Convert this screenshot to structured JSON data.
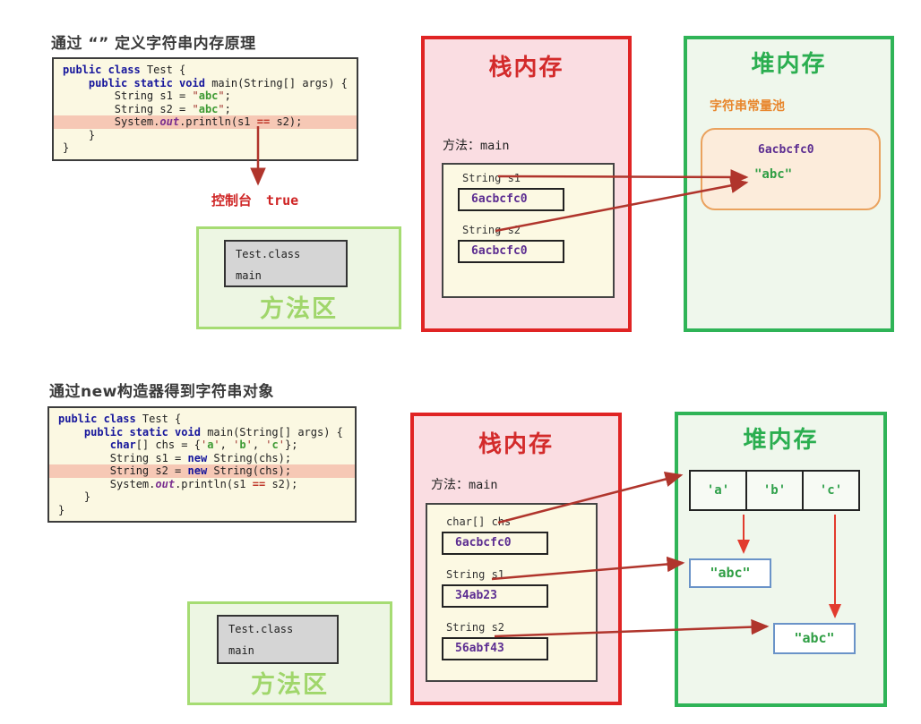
{
  "sections": {
    "top": {
      "title": "通过 “” 定义字符串内存原理",
      "code": {
        "highlight": 4,
        "lines": [
          [
            {
              "t": "public class ",
              "c": "kw"
            },
            {
              "t": "Test {"
            }
          ],
          [
            {
              "t": "    "
            },
            {
              "t": "public static void ",
              "c": "kw"
            },
            {
              "t": "main(String[] args) {"
            }
          ],
          [
            {
              "t": "        String s1 = "
            },
            {
              "t": "\"",
              "c": "q"
            },
            {
              "t": "abc",
              "c": "str"
            },
            {
              "t": "\"",
              "c": "q"
            },
            {
              "t": ";"
            }
          ],
          [
            {
              "t": "        String s2 = "
            },
            {
              "t": "\"",
              "c": "q"
            },
            {
              "t": "abc",
              "c": "str"
            },
            {
              "t": "\"",
              "c": "q"
            },
            {
              "t": ";"
            }
          ],
          [
            {
              "t": "        System."
            },
            {
              "t": "out",
              "c": "fld"
            },
            {
              "t": ".println(s1 "
            },
            {
              "t": "==",
              "c": "op"
            },
            {
              "t": " s2);"
            }
          ],
          [
            {
              "t": "    }"
            }
          ],
          [
            {
              "t": "}"
            }
          ]
        ]
      },
      "console": {
        "label": "控制台",
        "value": "true"
      },
      "method_area": {
        "class_file": "Test.class",
        "method": "main",
        "label": "方法区"
      },
      "stack": {
        "title": "栈内存",
        "method_label": "方法：",
        "method_name": "main",
        "vars": [
          {
            "name": "String s1",
            "value": "6acbcfc0"
          },
          {
            "name": "String s2",
            "value": "6acbcfc0"
          }
        ]
      },
      "heap": {
        "title": "堆内存",
        "pool_label": "字符串常量池",
        "pool": {
          "address": "6acbcfc0",
          "value": "\"abc\""
        }
      }
    },
    "bottom": {
      "title": "通过new构造器得到字符串对象",
      "code": {
        "highlight": 4,
        "lines": [
          [
            {
              "t": "public class ",
              "c": "kw"
            },
            {
              "t": "Test {"
            }
          ],
          [
            {
              "t": "    "
            },
            {
              "t": "public static void ",
              "c": "kw"
            },
            {
              "t": "main(String[] args) {"
            }
          ],
          [
            {
              "t": "        "
            },
            {
              "t": "char",
              "c": "kw"
            },
            {
              "t": "[] chs = {"
            },
            {
              "t": "'",
              "c": "q"
            },
            {
              "t": "a",
              "c": "str"
            },
            {
              "t": "'",
              "c": "q"
            },
            {
              "t": ", "
            },
            {
              "t": "'",
              "c": "q"
            },
            {
              "t": "b",
              "c": "str"
            },
            {
              "t": "'",
              "c": "q"
            },
            {
              "t": ", "
            },
            {
              "t": "'",
              "c": "q"
            },
            {
              "t": "c",
              "c": "str"
            },
            {
              "t": "'",
              "c": "q"
            },
            {
              "t": "};"
            }
          ],
          [
            {
              "t": "        String s1 = "
            },
            {
              "t": "new",
              "c": "kw"
            },
            {
              "t": " String(chs);"
            }
          ],
          [
            {
              "t": "        String s2 = "
            },
            {
              "t": "new",
              "c": "kw"
            },
            {
              "t": " String(chs);"
            }
          ],
          [
            {
              "t": "        System."
            },
            {
              "t": "out",
              "c": "fld"
            },
            {
              "t": ".println(s1 "
            },
            {
              "t": "==",
              "c": "op"
            },
            {
              "t": " s2);"
            }
          ],
          [
            {
              "t": "    }"
            }
          ],
          [
            {
              "t": "}"
            }
          ]
        ]
      },
      "method_area": {
        "class_file": "Test.class",
        "method": "main",
        "label": "方法区"
      },
      "stack": {
        "title": "栈内存",
        "method_label": "方法：",
        "method_name": "main",
        "vars": [
          {
            "name": "char[] chs",
            "value": "6acbcfc0"
          },
          {
            "name": "String s1",
            "value": "34ab23"
          },
          {
            "name": "String s2",
            "value": "56abf43"
          }
        ]
      },
      "heap": {
        "title": "堆内存",
        "array_cells": [
          "'a'",
          "'b'",
          "'c'"
        ],
        "string_objects": [
          "\"abc\"",
          "\"abc\""
        ]
      }
    }
  },
  "colors": {
    "stack_border": "#e02424",
    "stack_bg": "#fadde2",
    "stack_title": "#d32b2b",
    "heap_border": "#2fb457",
    "heap_bg": "#eff7ec",
    "heap_title": "#2bae50",
    "method_border": "#a6dc73",
    "method_bg": "#edf6e3",
    "method_label": "#a0d66b",
    "pool_border": "#eaa25e",
    "pool_bg": "#fcecdb",
    "pool_label_color": "#e8872e",
    "code_bg": "#fbf8e2",
    "code_highlight": "#f6c8b5",
    "keyword": "#16169c",
    "string_literal": "#3f9b35",
    "address": "#5c2d91",
    "arrow_dark": "#b0352c",
    "arrow_bright": "#e23b2e",
    "console_red": "#cf2525",
    "string_object_border": "#6a93c8"
  }
}
